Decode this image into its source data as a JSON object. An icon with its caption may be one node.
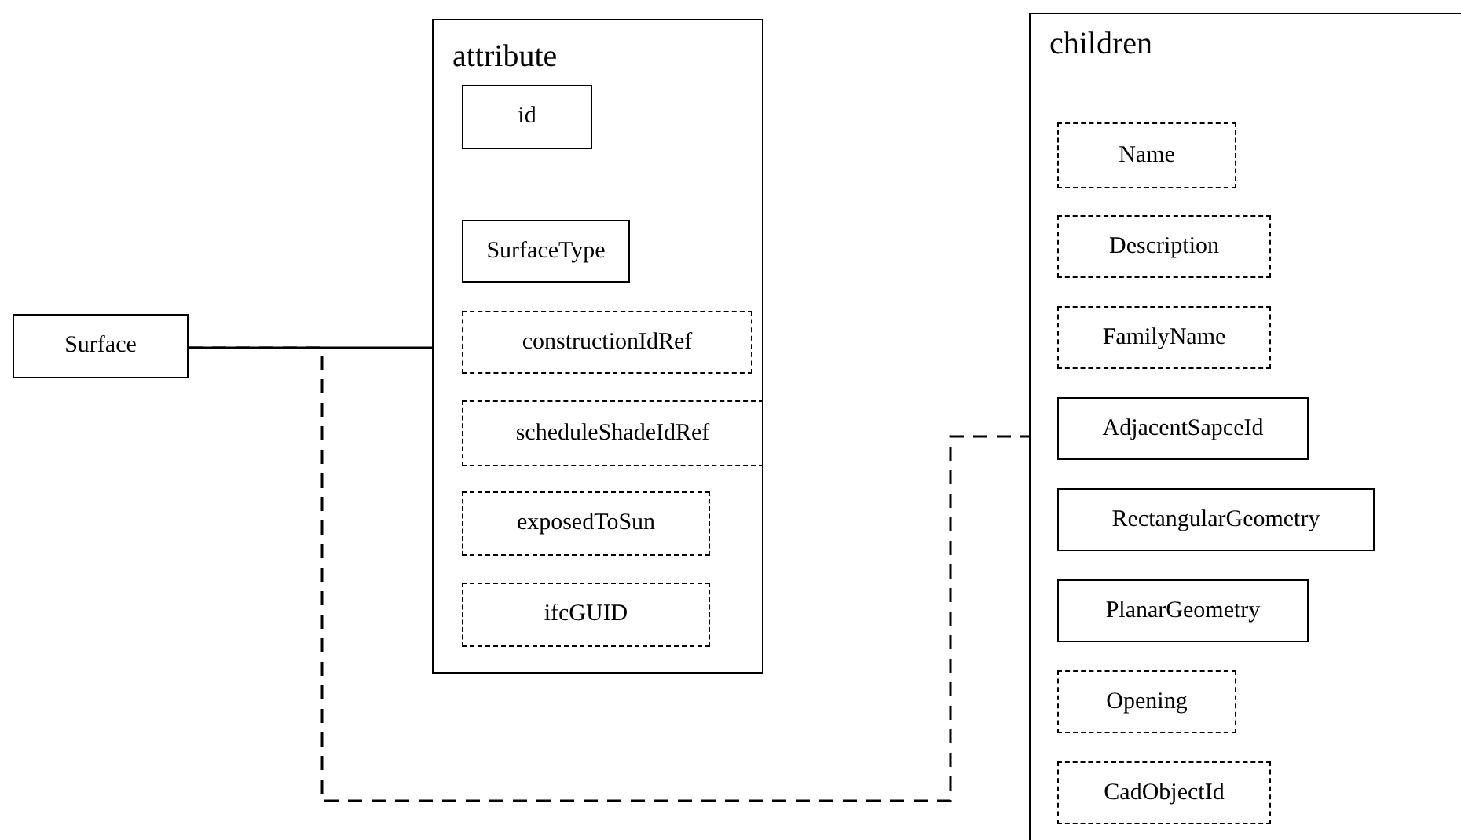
{
  "diagram": {
    "nodes": [
      {
        "text": [
          "Surface"
        ]
      },
      {
        "text": [
          "attribute"
        ]
      },
      {
        "text": [
          "id"
        ],
        "in": 1
      },
      {
        "text": [
          "SurfaceType"
        ],
        "in": 1
      },
      {
        "text": [
          "constructionIdRef"
        ],
        "in": 1
      },
      {
        "text": [
          "scheduleShadeIdRef"
        ],
        "in": 1
      },
      {
        "text": [
          "exposedToSun"
        ],
        "in": 1
      },
      {
        "text": [
          "ifcGUID"
        ],
        "in": 1
      },
      {
        "text": [
          "children"
        ]
      },
      {
        "text": [
          "Name"
        ],
        "in": 8
      },
      {
        "text": [
          "Description"
        ],
        "in": 8
      },
      {
        "text": [
          "FamilyName"
        ],
        "in": 8
      },
      {
        "text": [
          "AdjacentSapceId"
        ],
        "in": 8
      },
      {
        "text": [
          "RectangularGeometry"
        ],
        "in": 8
      },
      {
        "text": [
          "PlanarGeometry"
        ],
        "in": 8
      },
      {
        "text": [
          "Opening"
        ],
        "in": 8
      },
      {
        "text": [
          "CadObjectId"
        ],
        "in": 8
      }
    ],
    "edges": [
      {
        "from": 0,
        "to": 1,
        "arrow": "none"
      },
      {
        "from": 0,
        "to": 8,
        "arrow": "none",
        "style": "dashed"
      }
    ]
  }
}
